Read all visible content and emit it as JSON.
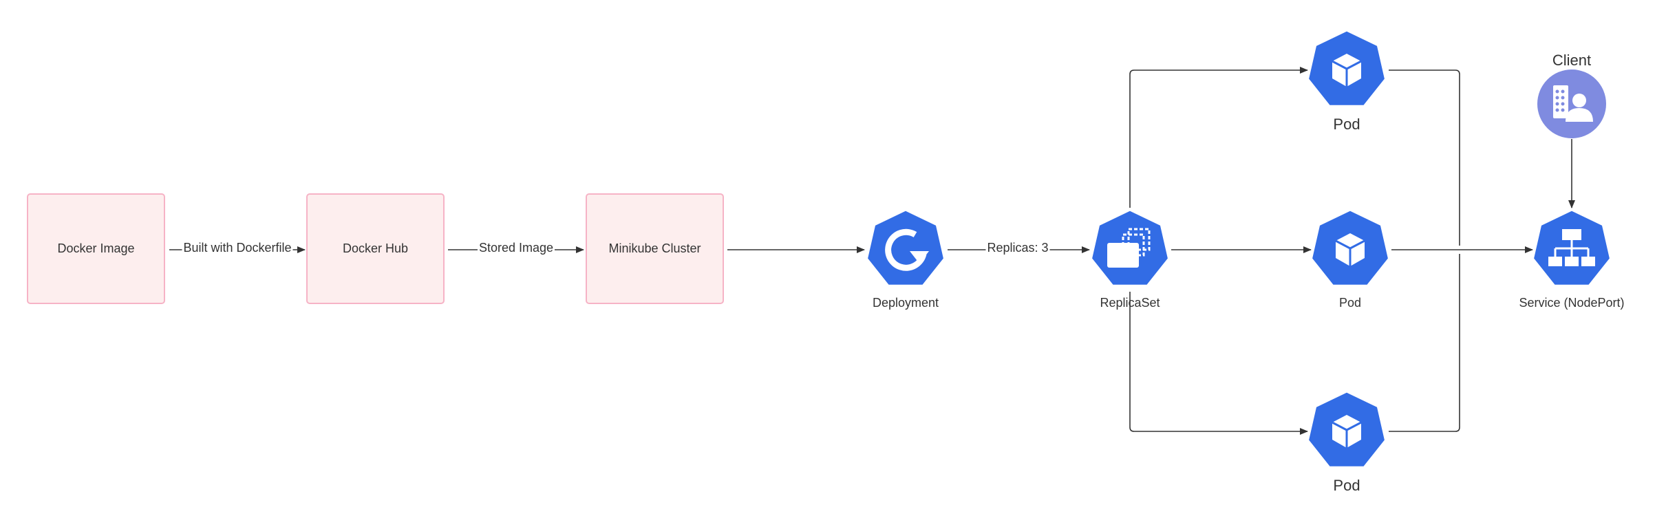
{
  "colors": {
    "k8s_blue": "#326ce5",
    "client_purple": "#7f8be0",
    "box_fill": "#fdeeee",
    "box_border": "#f6b3c6",
    "line": "#333333"
  },
  "nodes": {
    "docker_image": "Docker Image",
    "docker_hub": "Docker Hub",
    "minikube_cluster": "Minikube Cluster",
    "deployment": "Deployment",
    "replicaset": "ReplicaSet",
    "pod_top": "Pod",
    "pod_middle": "Pod",
    "pod_bottom": "Pod",
    "service": "Service (NodePort)",
    "client": "Client"
  },
  "edges": {
    "image_to_hub": "Built with Dockerfile",
    "hub_to_cluster": "Stored Image",
    "deployment_to_replicaset": "Replicas: 3"
  },
  "icons": {
    "deployment": "deployment-icon",
    "replicaset": "replicaset-icon",
    "pod": "pod-icon",
    "service": "service-icon",
    "client": "client-icon"
  }
}
